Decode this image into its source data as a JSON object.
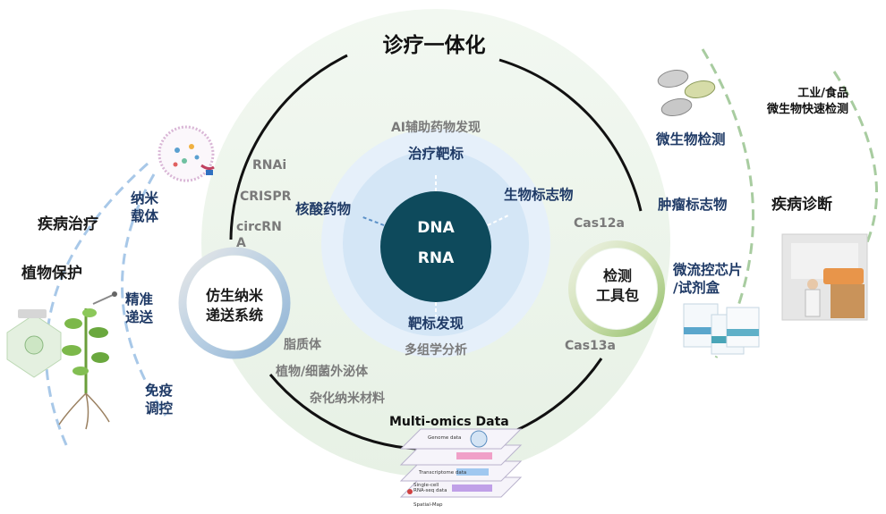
{
  "title": "诊疗一体化",
  "core": {
    "line1": "DNA",
    "line2": "RNA"
  },
  "inner_labels": {
    "top_gray": "AI辅助药物发现",
    "top": "治疗靶标",
    "left": "核酸药物",
    "right": "生物标志物",
    "bottom": "靶标发现",
    "bottom_gray": "多组学分析"
  },
  "delivery_hub": {
    "line1": "仿生纳米",
    "line2": "递送系统"
  },
  "delivery_items": [
    "RNAi",
    "CRISPR",
    "circRN\nA",
    "脂质体",
    "植物/细菌外泌体",
    "杂化纳米材料"
  ],
  "kit_hub": {
    "line1": "检测",
    "line2": "工具包"
  },
  "kit_items": [
    "Cas12a",
    "Cas13a"
  ],
  "left_section": {
    "treatment": "疾病治疗",
    "plant": "植物保护",
    "items": [
      "纳米\n载体",
      "精准\n递送",
      "免疫\n调控"
    ]
  },
  "right_section": {
    "diagnosis": "疾病诊断",
    "industry": "工业/食品\n微生物快速检测",
    "items": [
      "微生物检测",
      "肿瘤标志物",
      "微流控芯片\n/试剂盒"
    ]
  },
  "omics": {
    "title": "Multi-omics Data",
    "layers": [
      "Genome data",
      "Transcriptome data",
      "Single-cell\nRNA-seq data",
      "Spatial-Map"
    ]
  },
  "colors": {
    "core_fill": "#0e4a5c",
    "inner_disc": "#cfe2f5",
    "middle_disc": "#e6f0fa",
    "outer_disc": "#eef6ec",
    "navy_text": "#1f3a66",
    "gray_text": "#7a7a7a",
    "dash_blue": "#a8c8e8",
    "dash_green": "#a8cca0"
  }
}
